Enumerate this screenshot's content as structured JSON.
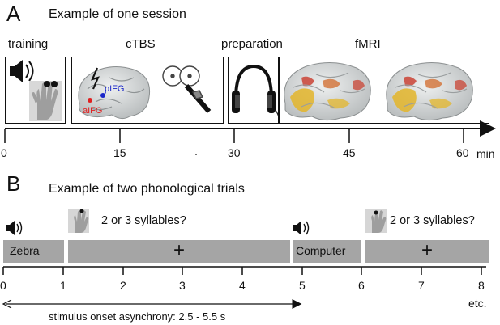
{
  "panelA": {
    "letter": "A",
    "title": "Example of one session",
    "stages": [
      "training",
      "cTBS",
      "preparation",
      "fMRI"
    ],
    "brain_labels": {
      "site1": "pIFG",
      "site2": "aIFG"
    },
    "ticks": [
      "0",
      "15",
      "30",
      "45",
      "60"
    ],
    "unit": "min",
    "icons": [
      "speaker-icon",
      "hand-icon",
      "tms-brain-icon",
      "tms-coil-icon",
      "headphones-icon",
      "fmri-brain-icon"
    ]
  },
  "panelB": {
    "letter": "B",
    "title": "Example of two phonological trials",
    "words": [
      "Zebra",
      "Computer"
    ],
    "fixation": "+",
    "question": "2 or 3 syllables?",
    "ticks": [
      "0",
      "1",
      "2",
      "3",
      "4",
      "5",
      "6",
      "7",
      "8"
    ],
    "etc": "etc.",
    "soa_label": "stimulus onset asynchrony: 2.5 - 5.5 s",
    "colors": {
      "trial_bar": "#a5a5a5"
    }
  }
}
